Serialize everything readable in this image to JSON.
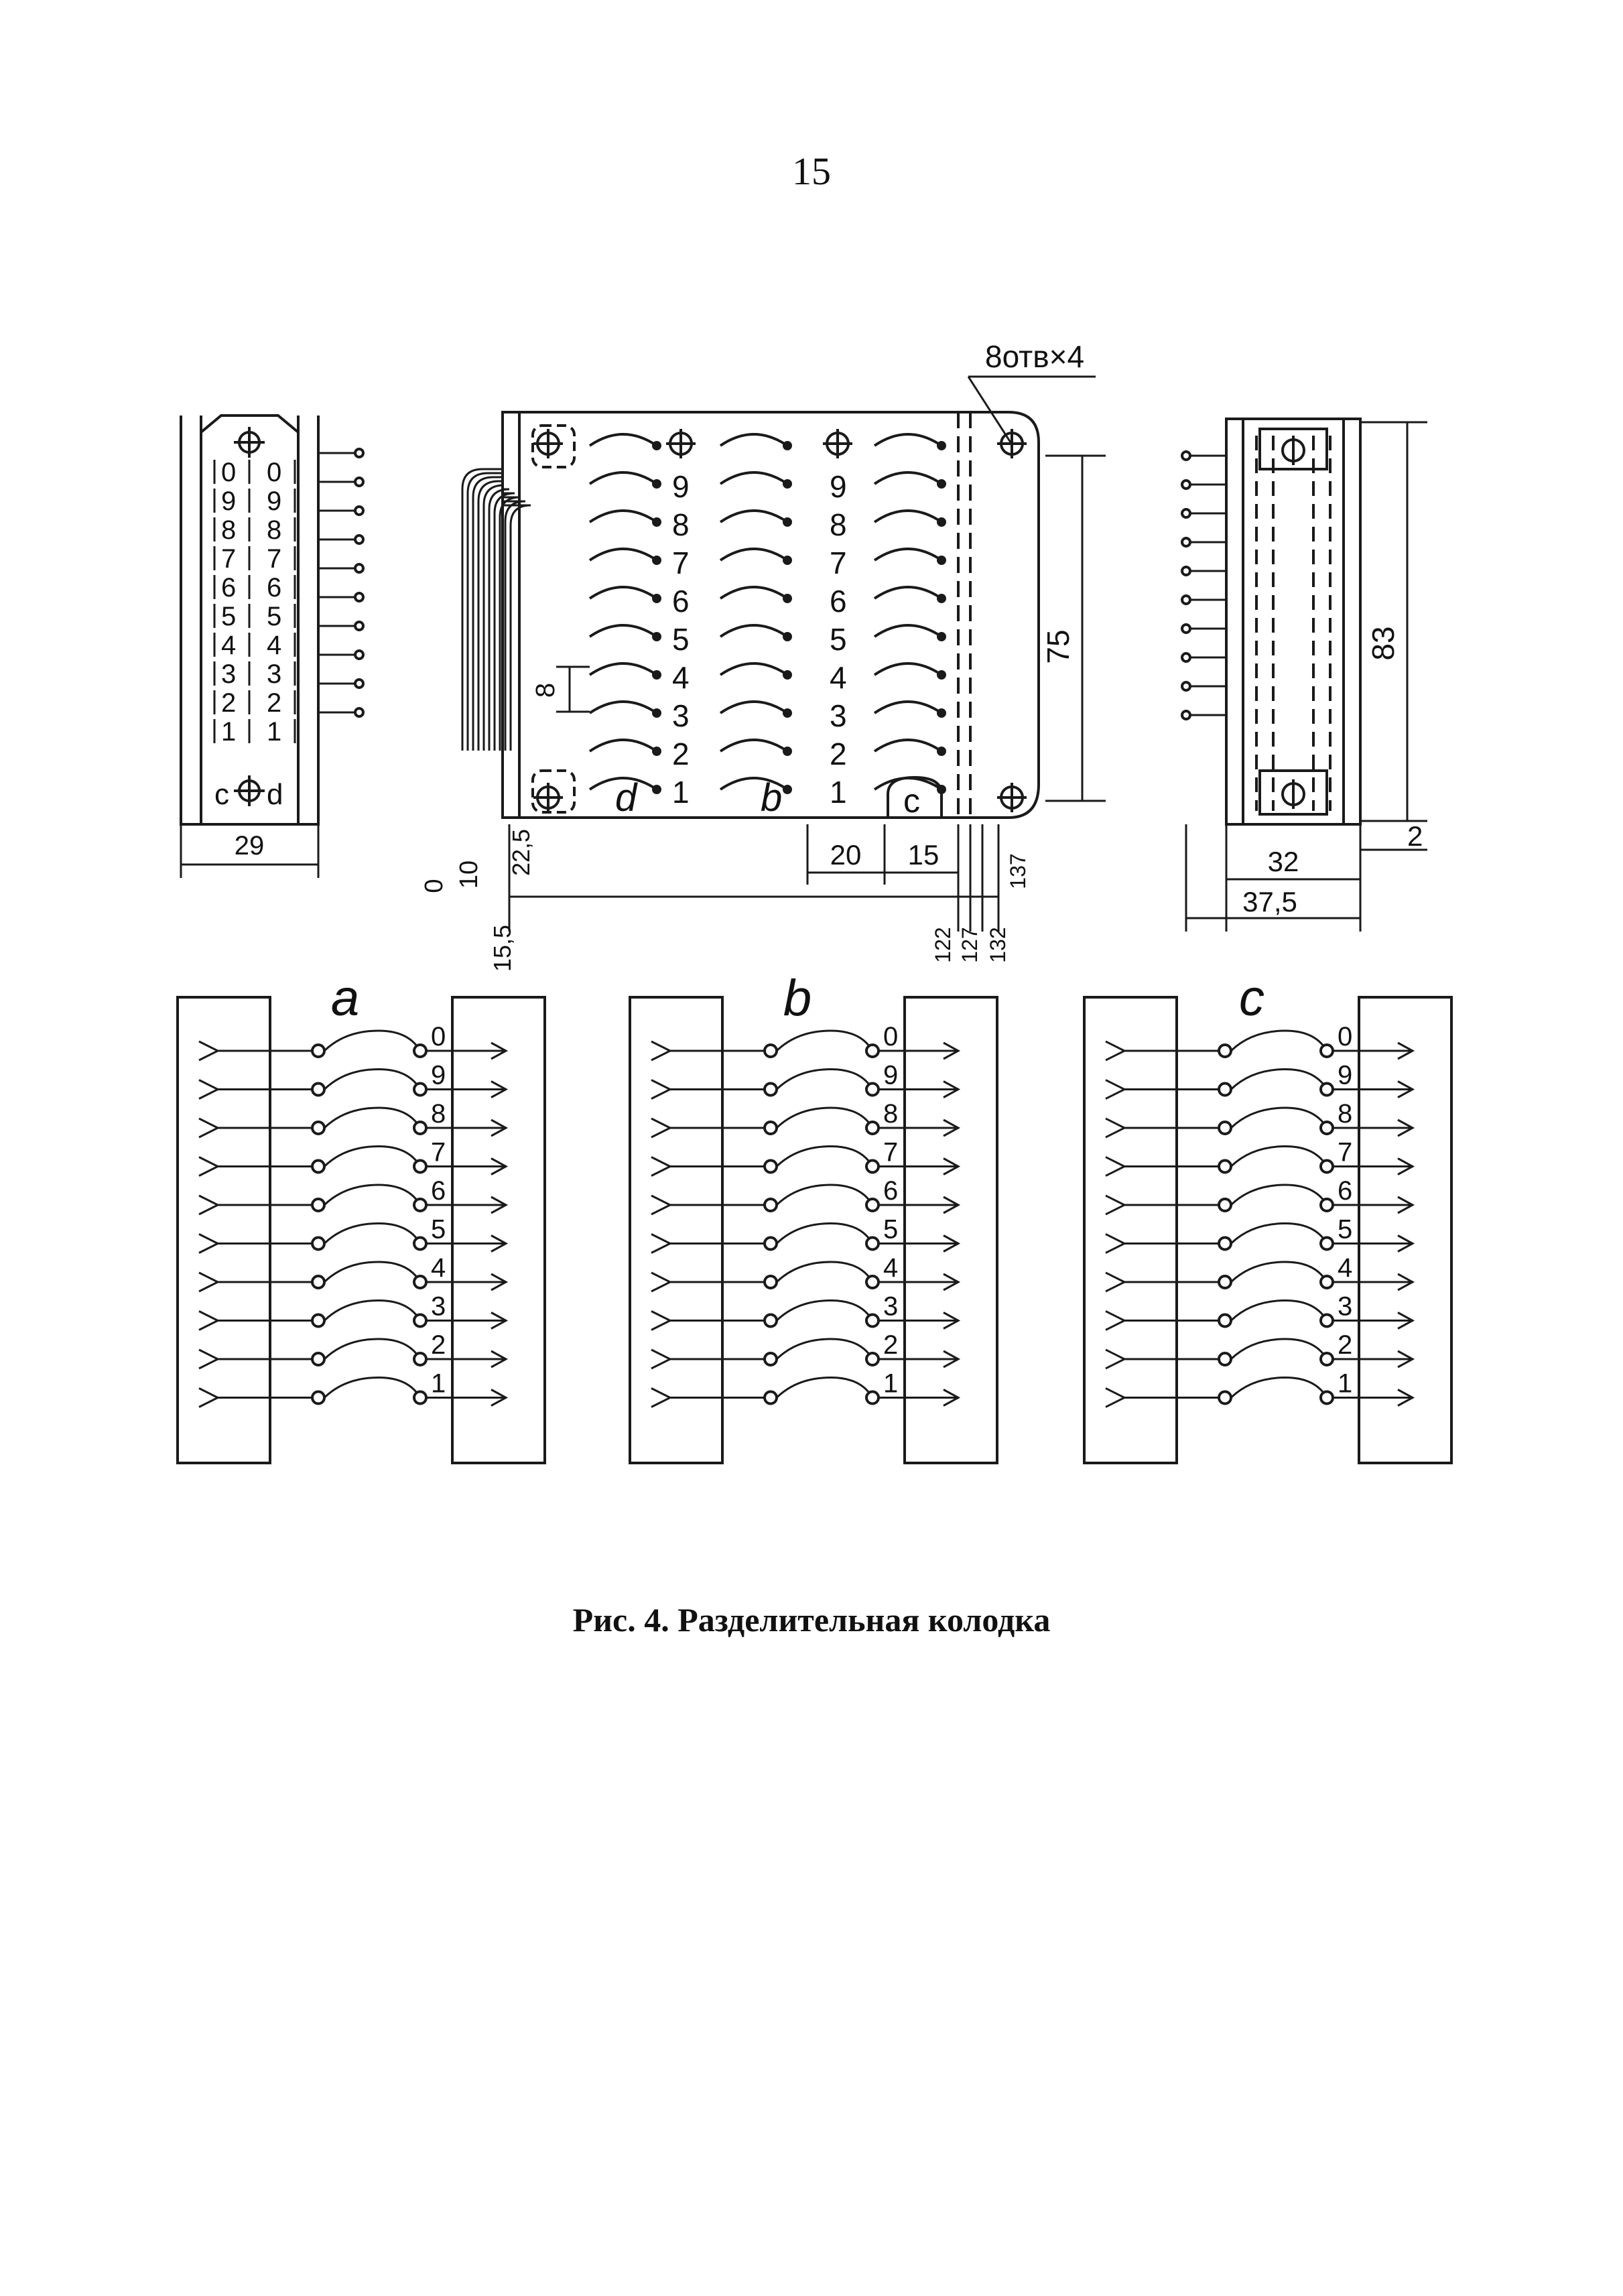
{
  "page": {
    "number": "15"
  },
  "caption": "Рис. 4. Разделительная колодка",
  "callout": {
    "holes": "8отв×4"
  },
  "front_view": {
    "row_labels": [
      "9",
      "8",
      "7",
      "6",
      "5",
      "4",
      "3",
      "2",
      "1"
    ],
    "letters": [
      "d",
      "b",
      "c"
    ]
  },
  "left_view": {
    "rows": [
      "0",
      "9",
      "8",
      "7",
      "6",
      "5",
      "4",
      "3",
      "2",
      "1"
    ],
    "bottom_letters": [
      "c",
      "d"
    ],
    "dim_width": "29"
  },
  "right_view": {
    "dims": [
      "83",
      "2",
      "32",
      "37,5"
    ]
  },
  "dimensions": {
    "vertical_left": [
      "0",
      "10",
      "22,5"
    ],
    "bottom_left": "15,5",
    "bottom_right": [
      "122",
      "127",
      "132"
    ],
    "spacing": [
      "20",
      "15"
    ],
    "right_side": "137",
    "height": "75",
    "pitch": "8"
  },
  "schemes": [
    {
      "label": "a",
      "numbers": [
        "0",
        "9",
        "8",
        "7",
        "6",
        "5",
        "4",
        "3",
        "2",
        "1"
      ]
    },
    {
      "label": "b",
      "numbers": [
        "0",
        "9",
        "8",
        "7",
        "6",
        "5",
        "4",
        "3",
        "2",
        "1"
      ]
    },
    {
      "label": "c",
      "numbers": [
        "0",
        "9",
        "8",
        "7",
        "6",
        "5",
        "4",
        "3",
        "2",
        "1"
      ]
    }
  ]
}
